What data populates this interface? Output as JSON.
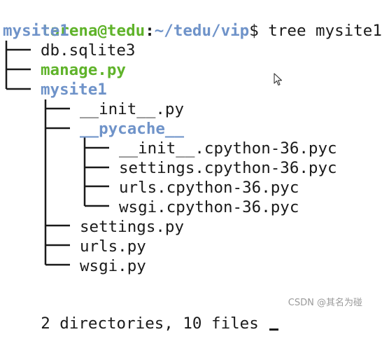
{
  "prompt": {
    "user_host": "tarena@tedu",
    "colon": ":",
    "path": "~/tedu/vip",
    "symbol": "$",
    "command": " tree mysite1"
  },
  "tree": {
    "root": "mysite1",
    "db": "db.sqlite3",
    "manage": "manage.py",
    "pkg": "mysite1",
    "init": "__init__.py",
    "pycache": "__pycache__",
    "pyc_init": "__init__.cpython-36.pyc",
    "pyc_settings": "settings.cpython-36.pyc",
    "pyc_urls": "urls.cpython-36.pyc",
    "pyc_wsgi": "wsgi.cpython-36.pyc",
    "settings": "settings.py",
    "urls": "urls.py",
    "wsgi": "wsgi.py"
  },
  "summary": "2 directories, 10 files ",
  "watermark": "CSDN @其名为碰",
  "colors": {
    "background": "#ffffff",
    "prompt_green": "#5fb32a",
    "path_blue": "#6f93c9",
    "text": "#1a1a1a"
  },
  "icons": [
    "mouse-pointer-icon",
    "text-cursor-icon"
  ]
}
